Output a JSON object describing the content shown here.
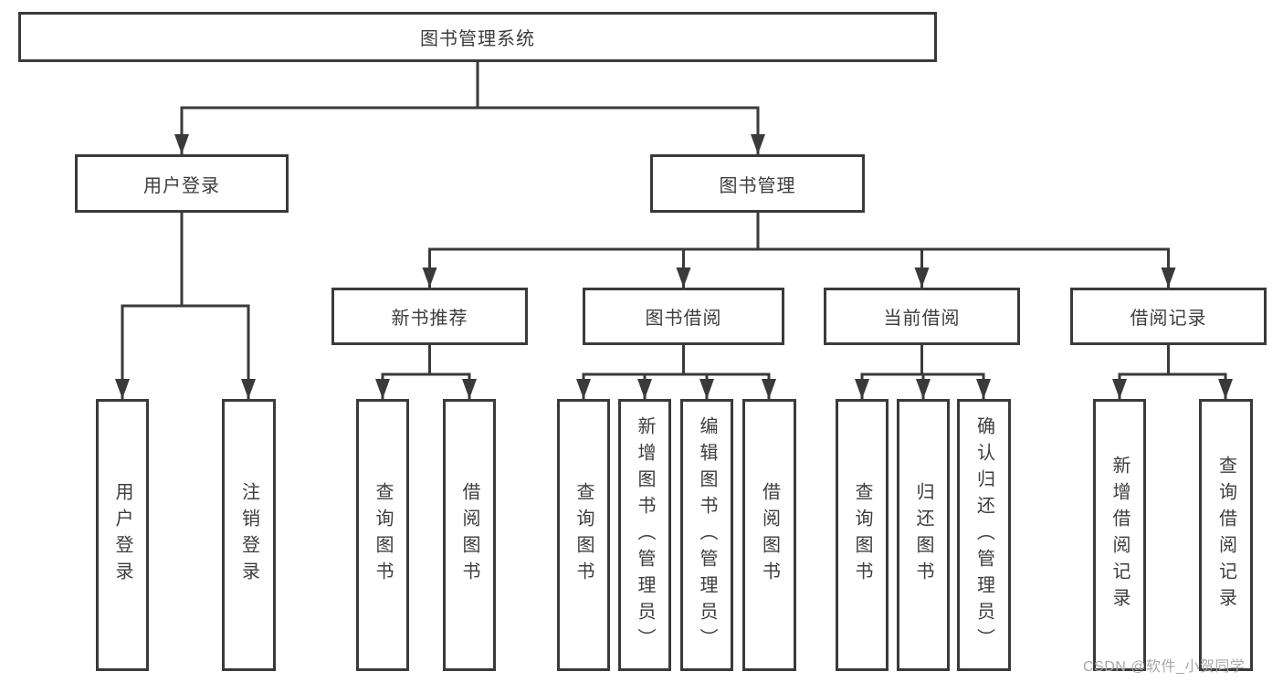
{
  "diagram_title": "图书管理系统",
  "watermark": "CSDN @软件_小贺同学",
  "colors": {
    "line": "#3a3a3a",
    "text": "#3d3d3d",
    "watermark": "#a9a9a9",
    "background": "#ffffff"
  },
  "tree": {
    "label": "图书管理系统",
    "children": [
      {
        "label": "用户登录",
        "children": [
          {
            "label": "用户登录"
          },
          {
            "label": "注销登录"
          }
        ]
      },
      {
        "label": "图书管理",
        "children": [
          {
            "label": "新书推荐",
            "children": [
              {
                "label": "查询图书"
              },
              {
                "label": "借阅图书"
              }
            ]
          },
          {
            "label": "图书借阅",
            "children": [
              {
                "label": "查询图书"
              },
              {
                "label": "新增图书（管理员）"
              },
              {
                "label": "编辑图书（管理员）"
              },
              {
                "label": "借阅图书"
              }
            ]
          },
          {
            "label": "当前借阅",
            "children": [
              {
                "label": "查询图书"
              },
              {
                "label": "归还图书"
              },
              {
                "label": "确认归还（管理员）"
              }
            ]
          },
          {
            "label": "借阅记录",
            "children": [
              {
                "label": "新增借阅记录"
              },
              {
                "label": "查询借阅记录"
              }
            ]
          }
        ]
      }
    ]
  }
}
